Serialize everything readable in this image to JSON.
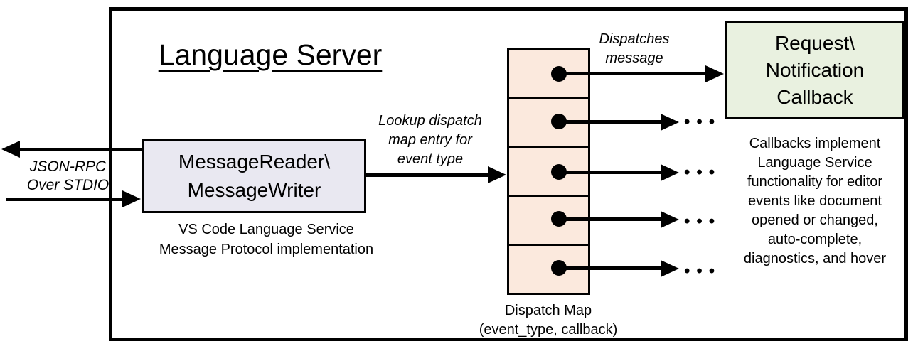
{
  "diagram": {
    "title": "Language Server",
    "io_label": {
      "line1": "JSON-RPC",
      "line2": "Over STDIO"
    },
    "reader_box": {
      "line1": "MessageReader\\",
      "line2": "MessageWriter"
    },
    "reader_caption": {
      "line1": "VS Code Language Service",
      "line2": "Message Protocol implementation"
    },
    "lookup_label": {
      "line1": "Lookup dispatch",
      "line2": "map entry for",
      "line3": "event type"
    },
    "dispatches_label": {
      "line1": "Dispatches",
      "line2": "message"
    },
    "callback_box": {
      "line1": "Request\\",
      "line2": "Notification",
      "line3": "Callback"
    },
    "callback_caption": {
      "line1": "Callbacks implement",
      "line2": "Language Service",
      "line3": "functionality for editor",
      "line4": "events like document",
      "line5": "opened or changed,",
      "line6": "auto-complete,",
      "line7": "diagnostics, and hover"
    },
    "map_caption": {
      "line1": "Dispatch Map",
      "line2": "(event_type, callback)"
    },
    "ellipsis": "•••",
    "colors": {
      "reader_fill": "#e9e8f1",
      "map_fill": "#fbe9dd",
      "callback_fill": "#e9f1e0",
      "line": "#000000"
    }
  }
}
